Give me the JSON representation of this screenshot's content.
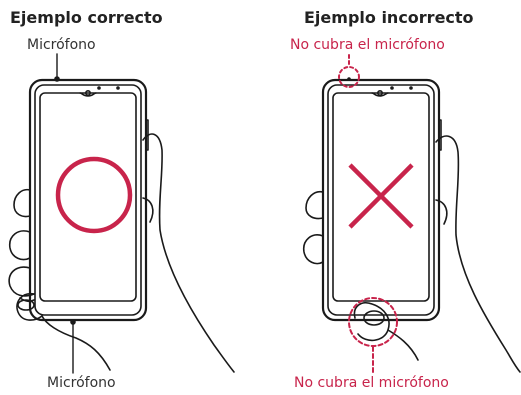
{
  "correct": {
    "title": "Ejemplo correcto",
    "label_top": "Micrófono",
    "label_bottom": "Micrófono"
  },
  "incorrect": {
    "title": "Ejemplo incorrecto",
    "label_top": "No cubra el micrófono",
    "label_bottom": "No cubra el micrófono"
  },
  "colors": {
    "accent": "#c8244b",
    "outline": "#1a1a1a"
  },
  "icons": {
    "correct_mark": "circle-check-icon",
    "incorrect_mark": "x-cross-icon"
  }
}
